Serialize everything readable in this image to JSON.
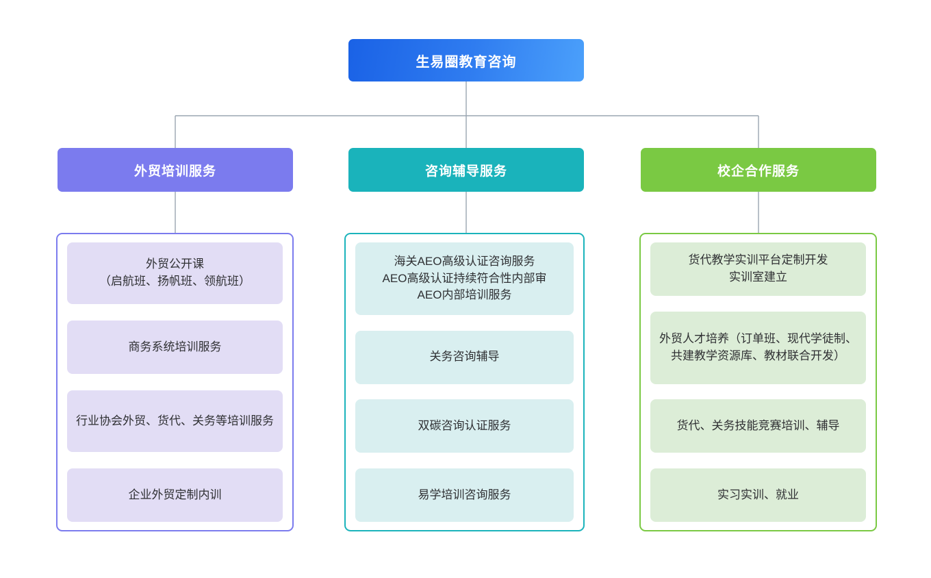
{
  "root": {
    "label": "生易圈教育咨询",
    "gradient_from": "#1a62e6",
    "gradient_to": "#4ba0fb"
  },
  "connector_color": "#9aa5b1",
  "columns": [
    {
      "header": "外贸培训服务",
      "header_color": "#7b7bee",
      "border_color": "#7b7bee",
      "card_color": "#e2ddf5",
      "items": [
        "外贸公开课\n（启航班、扬帆班、领航班）",
        "商务系统培训服务",
        "行业协会外贸、货代、关务等培训服务",
        "企业外贸定制内训"
      ]
    },
    {
      "header": "咨询辅导服务",
      "header_color": "#1ab3bb",
      "border_color": "#1ab3bb",
      "card_color": "#d9eff0",
      "items": [
        "海关AEO高级认证咨询服务\nAEO高级认证持续符合性内部审\nAEO内部培训服务",
        "关务咨询辅导",
        "双碳咨询认证服务",
        "易学培训咨询服务"
      ]
    },
    {
      "header": "校企合作服务",
      "header_color": "#7ac943",
      "border_color": "#7ac943",
      "card_color": "#dcedd7",
      "items": [
        "货代教学实训平台定制开发\n实训室建立",
        "外贸人才培养（订单班、现代学徒制、共建教学资源库、教材联合开发）",
        "货代、关务技能竞赛培训、辅导",
        "实习实训、就业"
      ]
    }
  ]
}
